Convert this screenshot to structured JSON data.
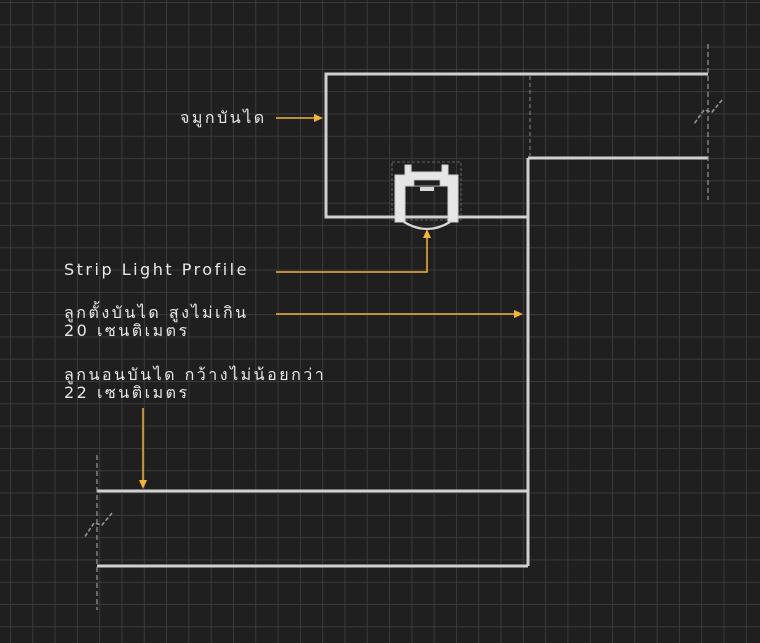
{
  "labels": {
    "stair_nosing": "จมูกบันได",
    "strip_light_profile": "Strip Light Profile",
    "riser_line1": "ลูกตั้งบันได สูงไม่เกิน",
    "riser_line2": "20 เซนติเมตร",
    "tread_line1": "ลูกนอนบันได กว้างไม่น้อยกว่า",
    "tread_line2": "22 เซนติเมตร"
  },
  "colors": {
    "background": "#1f1f1f",
    "grid": "#3a3a3a",
    "outline": "#d0d0d0",
    "arrow": "#f2b632",
    "text": "#e8e8e8"
  }
}
